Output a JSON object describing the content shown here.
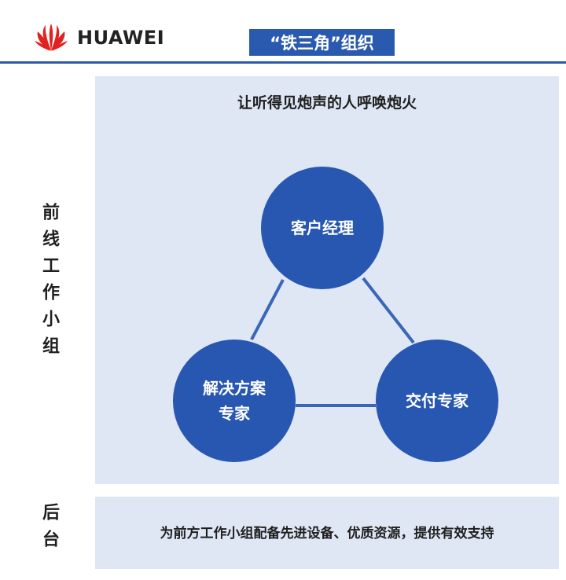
{
  "brand": {
    "name": "HUAWEI",
    "logo_icon": "huawei-petal-logo-icon",
    "logo_color": "#e1211f"
  },
  "header": {
    "title": "“铁三角”组织",
    "accent_color": "#2a5ab0"
  },
  "front_line": {
    "side_label": "前线工作小组",
    "heading": "让听得见炮声的人呼唤炮火",
    "nodes": {
      "manager": "客户经理",
      "solution": "解决方案\n专家",
      "delivery": "交付专家"
    },
    "node_color": "#2757b0"
  },
  "back_office": {
    "side_label": "后台",
    "text": "为前方工作小组配备先进设备、优质资源，提供有效支持"
  }
}
